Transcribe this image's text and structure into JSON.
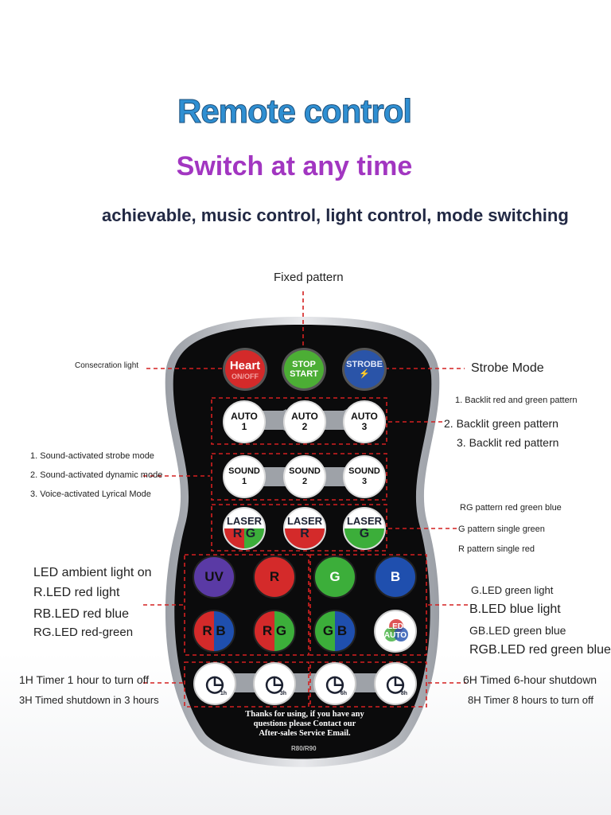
{
  "header": {
    "title": "Remote control",
    "subtitle": "Switch at any time",
    "tagline": "achievable, music control, light control, mode switching"
  },
  "callouts": {
    "fixed_pattern": "Fixed pattern",
    "consecration_light": "Consecration light",
    "strobe_mode": "Strobe Mode",
    "auto_1": "1. Backlit red and green pattern",
    "auto_2": "2. Backlit green pattern",
    "auto_3": "3. Backlit red pattern",
    "sound_1": "1. Sound-activated strobe mode",
    "sound_2": "2. Sound-activated dynamic mode",
    "sound_3": "3. Voice-activated Lyrical Mode",
    "laser_rg": "RG pattern red green blue",
    "laser_g": "G pattern single green",
    "laser_r": "R pattern single red",
    "led_on": "LED ambient light on",
    "led_r": "R.LED red light",
    "led_rb": "RB.LED red blue",
    "led_rg": "RG.LED red-green",
    "led_g": "G.LED green light",
    "led_b": "B.LED blue light",
    "led_gb": "GB.LED green blue",
    "led_rgb": "RGB.LED red green blue",
    "timer_1h": "1H Timer 1 hour to turn off",
    "timer_3h": "3H Timed shutdown in 3 hours",
    "timer_6h": "6H Timed 6-hour shutdown",
    "timer_8h": "8H Timer 8 hours to turn off"
  },
  "remote": {
    "heart": "Heart",
    "heart_sub": "ON/OFF",
    "stop": "STOP",
    "start": "START",
    "strobe": "STROBE",
    "auto": "AUTO",
    "sound": "SOUND",
    "laser": "LASER",
    "n1": "1",
    "n2": "2",
    "n3": "3",
    "uv": "UV",
    "r": "R",
    "g": "G",
    "b": "B",
    "led": "LED",
    "auto_small": "AUTO",
    "t1": "1h",
    "t3": "3h",
    "t6": "6h",
    "t8": "8h",
    "thanks": "Thanks for using, if you have any questions please Contact our After-sales Service Email.",
    "model": "R80/R90"
  },
  "colors": {
    "title": "#2f8fd2",
    "subtitle": "#a236c1",
    "red": "#d42a2a",
    "green": "#3cae3a",
    "blue": "#1f4fae",
    "purple": "#5a3aa5",
    "dash": "#d42020"
  }
}
